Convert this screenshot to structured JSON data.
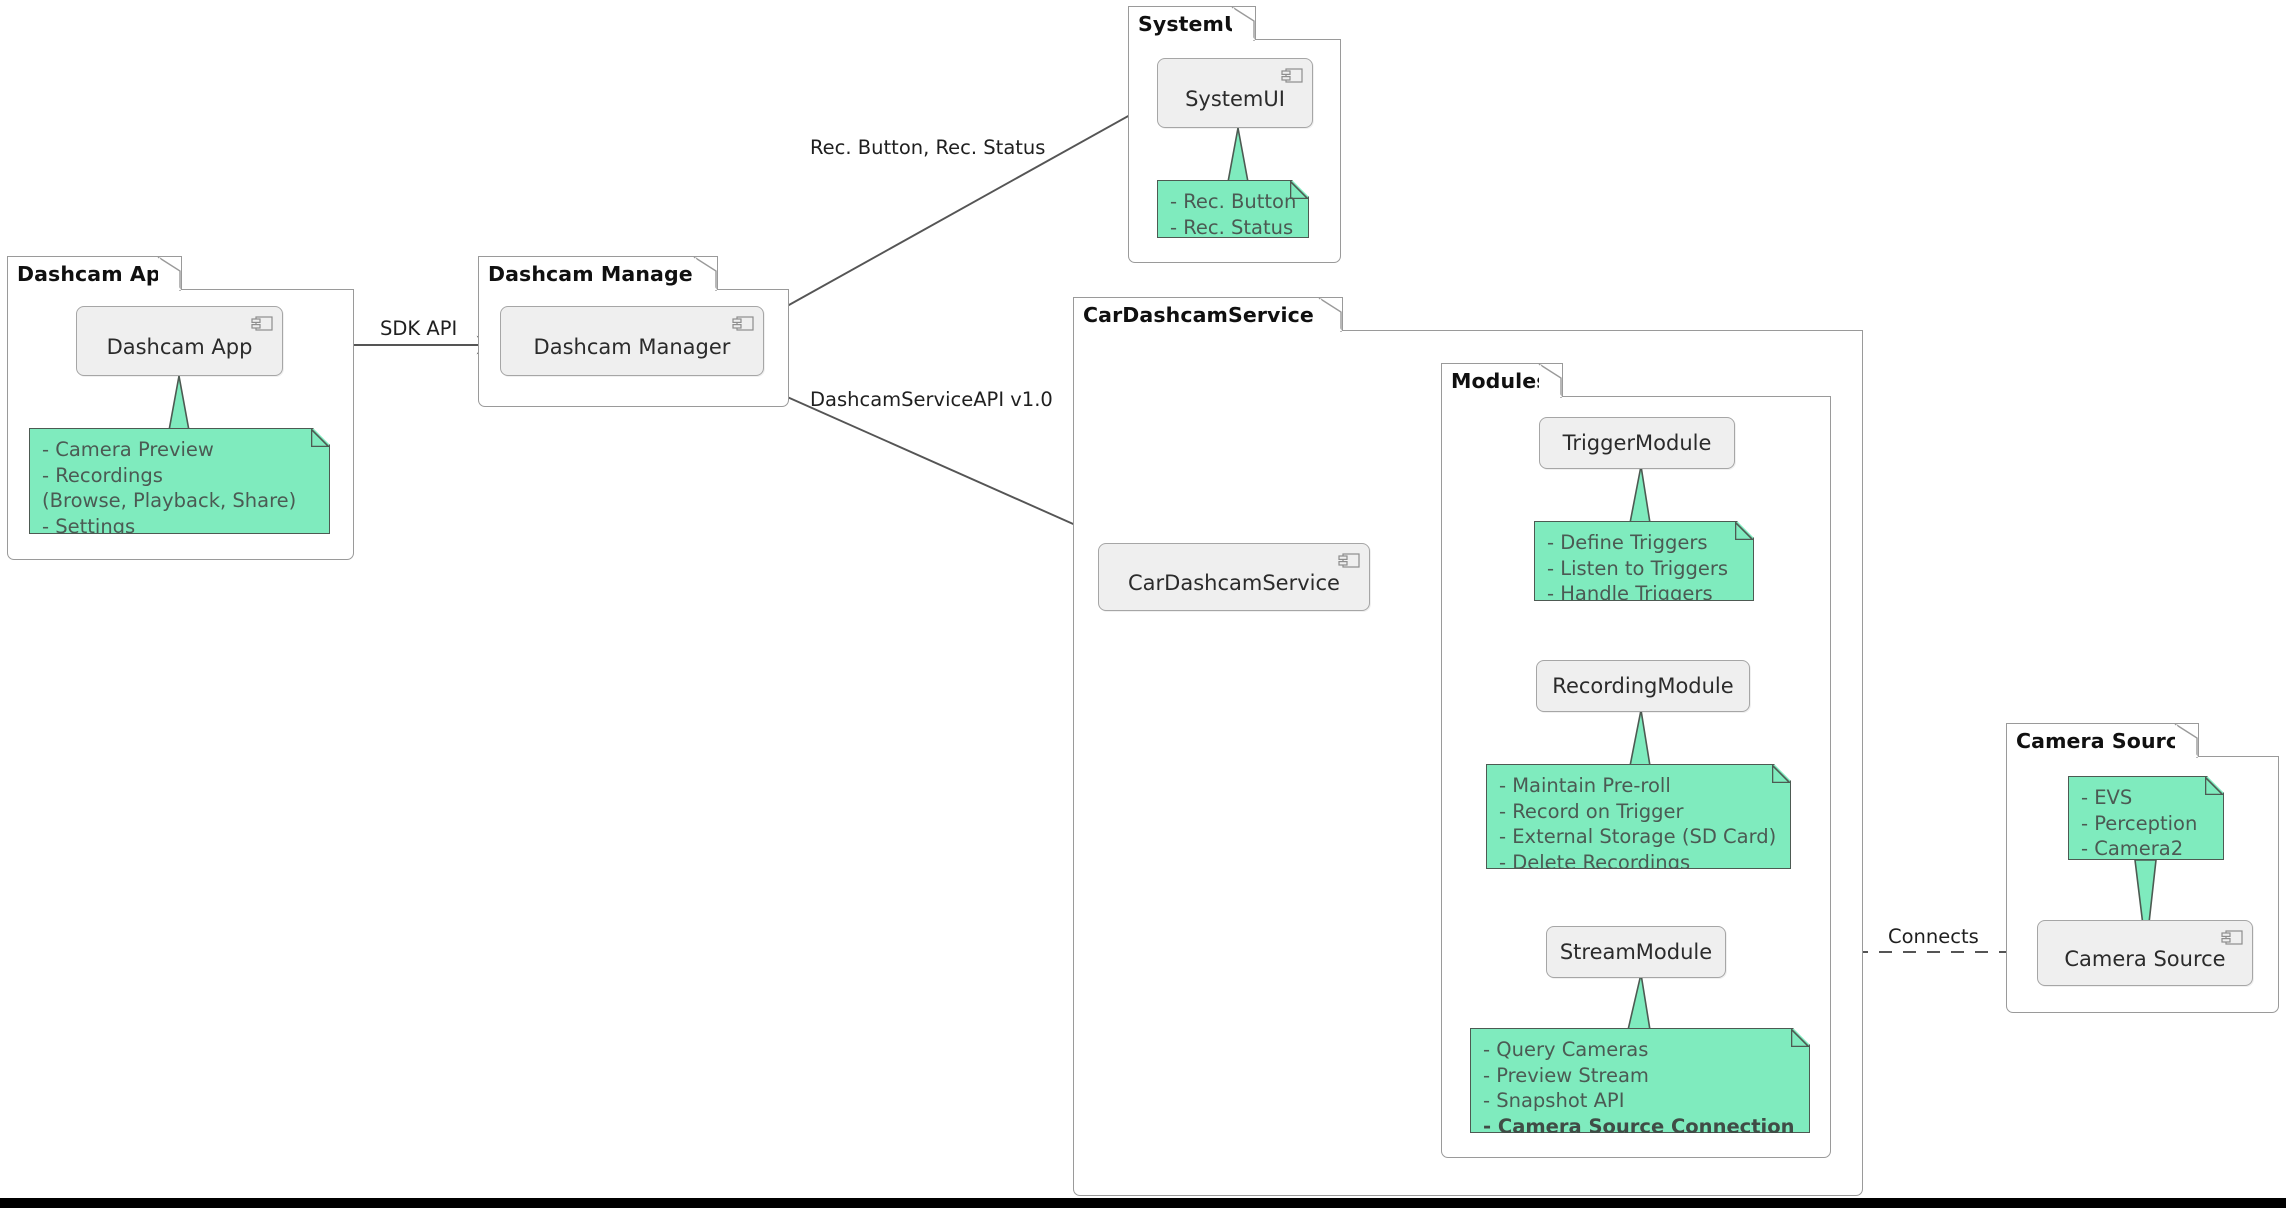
{
  "diagram": {
    "type": "uml-component-diagram",
    "title_visible": false,
    "colors": {
      "note_fill": "#7FEBBE",
      "note_border": "#4D5A52",
      "component_fill": "#EFEFEF",
      "component_border": "#A6A6A6",
      "package_border": "#9A9A9A",
      "edge": "#555555",
      "text": "#2B2B2B",
      "bottom_bar": "#000000"
    }
  },
  "packages": [
    {
      "id": "dashcam_app",
      "label": "Dashcam App"
    },
    {
      "id": "dashcam_manager",
      "label": "Dashcam Manager"
    },
    {
      "id": "system_ui",
      "label": "SystemUI"
    },
    {
      "id": "car_dashcam_service",
      "label": "CarDashcamService"
    },
    {
      "id": "modules",
      "label": "Modules"
    },
    {
      "id": "camera_source",
      "label": "Camera Source"
    }
  ],
  "components": [
    {
      "id": "comp_dashcam_app",
      "label": "Dashcam App",
      "icon": "uml-component-icon"
    },
    {
      "id": "comp_dashcam_manager",
      "label": "Dashcam Manager",
      "icon": "uml-component-icon"
    },
    {
      "id": "comp_system_ui",
      "label": "SystemUI",
      "icon": "uml-component-icon"
    },
    {
      "id": "comp_car_service",
      "label": "CarDashcamService",
      "icon": "uml-component-icon"
    },
    {
      "id": "comp_trigger_module",
      "label": "TriggerModule",
      "icon": null
    },
    {
      "id": "comp_recording_module",
      "label": "RecordingModule",
      "icon": null
    },
    {
      "id": "comp_stream_module",
      "label": "StreamModule",
      "icon": null
    },
    {
      "id": "comp_camera_source",
      "label": "Camera Source",
      "icon": "uml-component-icon"
    }
  ],
  "notes": [
    {
      "id": "note_dashcam_app",
      "attached_to": "comp_dashcam_app",
      "lines": [
        "- Camera Preview",
        "- Recordings",
        "  (Browse, Playback, Share)",
        "- Settings"
      ],
      "bold_lines": []
    },
    {
      "id": "note_system_ui",
      "attached_to": "comp_system_ui",
      "lines": [
        "- Rec. Button",
        "- Rec. Status"
      ],
      "bold_lines": []
    },
    {
      "id": "note_trigger_module",
      "attached_to": "comp_trigger_module",
      "lines": [
        "- Define Triggers",
        "- Listen to Triggers",
        "- Handle Triggers"
      ],
      "bold_lines": []
    },
    {
      "id": "note_recording_module",
      "attached_to": "comp_recording_module",
      "lines": [
        "- Maintain Pre-roll",
        "- Record on Trigger",
        "- External Storage (SD Card)",
        "- Delete Recordings"
      ],
      "bold_lines": []
    },
    {
      "id": "note_stream_module",
      "attached_to": "comp_stream_module",
      "lines": [
        "- Query Cameras",
        "- Preview Stream",
        "- Snapshot API",
        "- Camera Source Connection"
      ],
      "bold_lines": [
        "- Camera Source Connection"
      ]
    },
    {
      "id": "note_camera_source",
      "attached_to": "comp_camera_source",
      "lines": [
        "- EVS",
        "- Perception",
        "- Camera2"
      ],
      "bold_lines": []
    }
  ],
  "edges": [
    {
      "id": "edge_sdk_api",
      "from": "comp_dashcam_app",
      "to": "comp_dashcam_manager",
      "label": "SDK API",
      "style": "solid-arrow"
    },
    {
      "id": "edge_rec_button_status",
      "from": "comp_dashcam_manager",
      "to": "comp_system_ui",
      "label": "Rec. Button, Rec. Status",
      "style": "solid-arrow"
    },
    {
      "id": "edge_service_api",
      "from": "comp_dashcam_manager",
      "to": "comp_car_service",
      "label": "DashcamServiceAPI v1.0",
      "style": "solid-arrow"
    },
    {
      "id": "edge_to_trigger",
      "from": "comp_car_service",
      "to": "comp_trigger_module",
      "label": "",
      "style": "solid-arrow"
    },
    {
      "id": "edge_to_recording",
      "from": "comp_car_service",
      "to": "comp_recording_module",
      "label": "",
      "style": "solid-arrow"
    },
    {
      "id": "edge_to_stream",
      "from": "comp_car_service",
      "to": "comp_stream_module",
      "label": "",
      "style": "solid-arrow-curved"
    },
    {
      "id": "edge_connects",
      "from": "comp_stream_module",
      "to": "comp_camera_source",
      "label": "Connects",
      "style": "dashed"
    }
  ]
}
